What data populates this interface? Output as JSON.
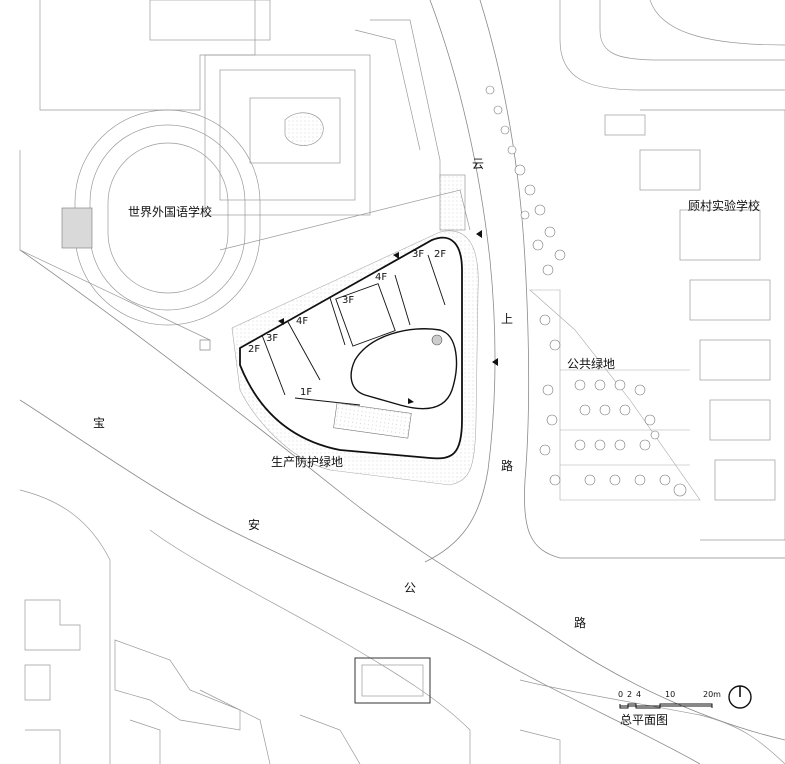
{
  "labels": {
    "school_world": "世界外国语学校",
    "school_gucun": "顾村实验学校",
    "public_green": "公共绿地",
    "protect_green": "生产防护绿地",
    "road_yunshang": [
      "云",
      "上",
      "路"
    ],
    "road_baoan": [
      "宝",
      "安",
      "公",
      "路"
    ]
  },
  "floors": [
    "2F",
    "3F",
    "4F",
    "3F",
    "4F",
    "3F",
    "2F",
    "1F"
  ],
  "scale": {
    "ticks": [
      "0",
      "2",
      "4",
      "10",
      "20m"
    ],
    "title": "总平面图"
  },
  "colors": {
    "line": "#7a7a7a",
    "light": "#b8b8b8",
    "bold": "#111111",
    "hatch": "#e8e8e8"
  }
}
